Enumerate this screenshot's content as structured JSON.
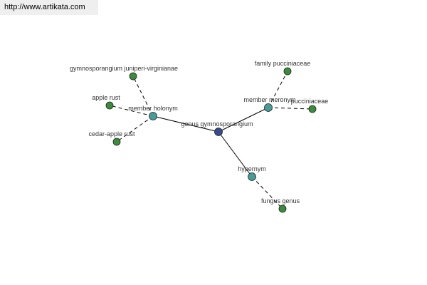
{
  "watermark": {
    "url": "http://www.artikata.com"
  },
  "colors": {
    "center": "#3a4a8e",
    "relation": "#4a9a9a",
    "leaf": "#3e8a3e",
    "edge": "#000000",
    "label": "#333333"
  },
  "graph": {
    "nodes": [
      {
        "id": "center",
        "label": "genus gymnosporangium",
        "kind": "center"
      },
      {
        "id": "holonym",
        "label": "member holonym",
        "kind": "relation"
      },
      {
        "id": "meronym",
        "label": "member meronym",
        "kind": "relation"
      },
      {
        "id": "hypernym",
        "label": "hypernym",
        "kind": "relation"
      },
      {
        "id": "gjv",
        "label": "gymnosporangium juniperi-virginianae",
        "kind": "leaf"
      },
      {
        "id": "apple-rust",
        "label": "apple rust",
        "kind": "leaf"
      },
      {
        "id": "cedar-apple-rust",
        "label": "cedar-apple rust",
        "kind": "leaf"
      },
      {
        "id": "family-pucciniaceae",
        "label": "family pucciniaceae",
        "kind": "leaf"
      },
      {
        "id": "pucciniaceae",
        "label": "pucciniaceae",
        "kind": "leaf"
      },
      {
        "id": "fungus-genus",
        "label": "fungus genus",
        "kind": "leaf"
      }
    ],
    "edges": [
      {
        "from": "center",
        "to": "holonym",
        "style": "solid"
      },
      {
        "from": "center",
        "to": "meronym",
        "style": "solid"
      },
      {
        "from": "center",
        "to": "hypernym",
        "style": "solid"
      },
      {
        "from": "holonym",
        "to": "gjv",
        "style": "dashed"
      },
      {
        "from": "holonym",
        "to": "apple-rust",
        "style": "dashed"
      },
      {
        "from": "holonym",
        "to": "cedar-apple-rust",
        "style": "dashed"
      },
      {
        "from": "meronym",
        "to": "family-pucciniaceae",
        "style": "dashed"
      },
      {
        "from": "meronym",
        "to": "pucciniaceae",
        "style": "dashed"
      },
      {
        "from": "hypernym",
        "to": "fungus-genus",
        "style": "dashed"
      }
    ]
  }
}
